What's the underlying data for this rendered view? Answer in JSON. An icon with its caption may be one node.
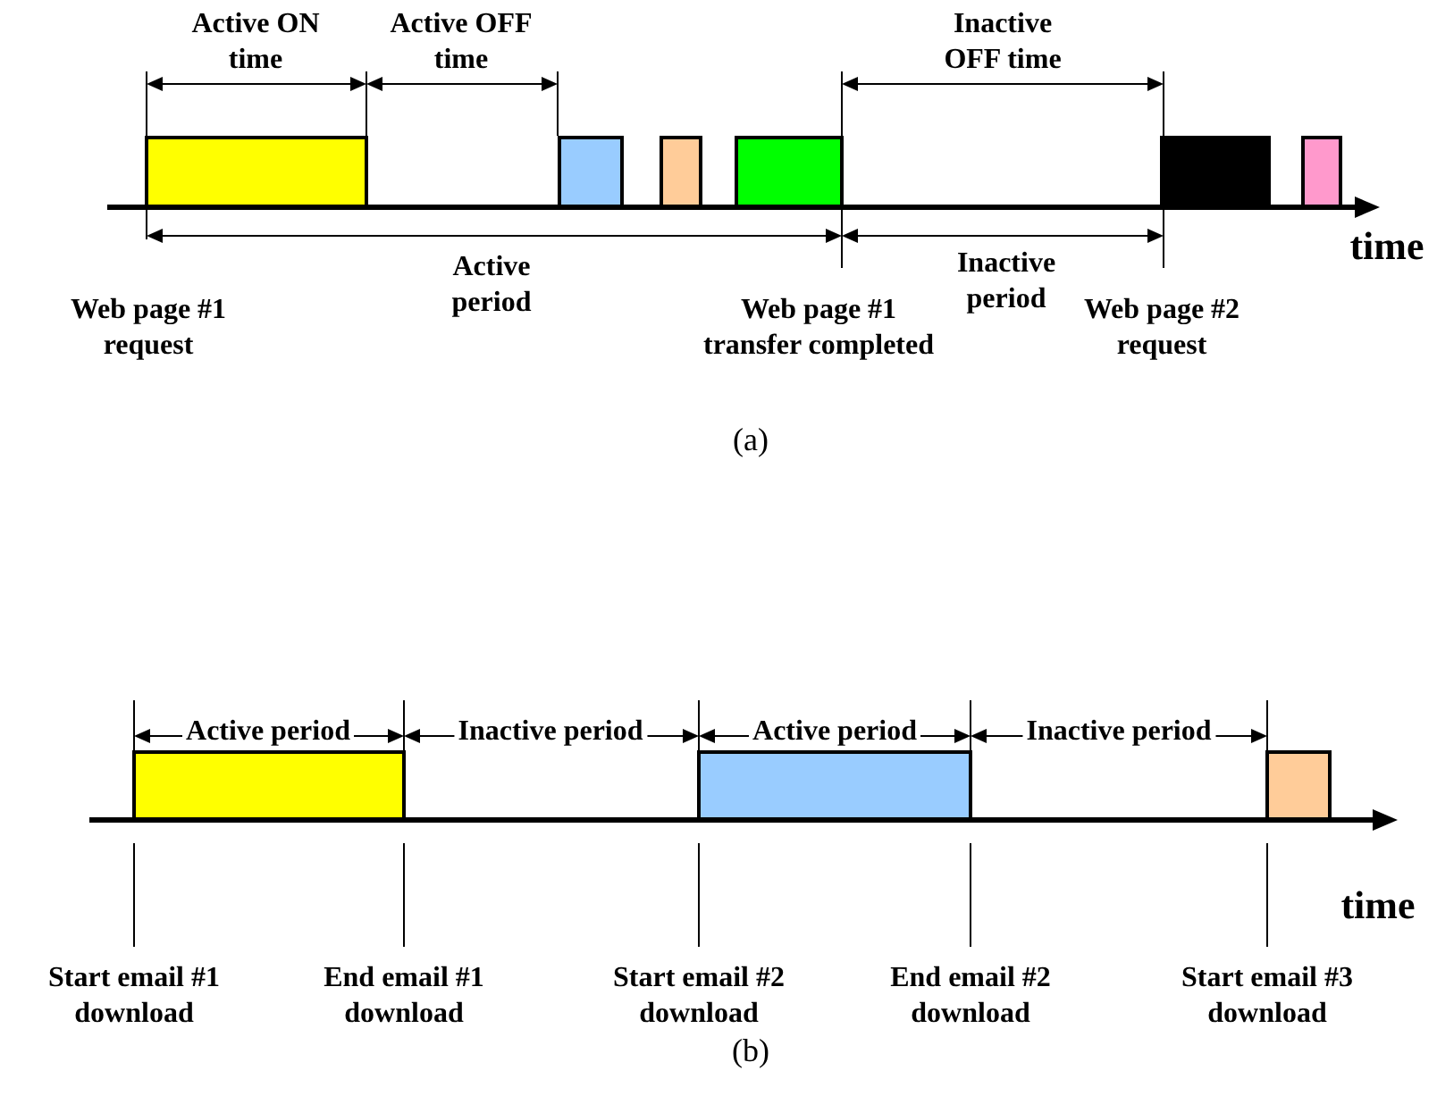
{
  "diagram": {
    "labels": [
      "Active ON time",
      "Active OFF time",
      "Inactive OFF time",
      "Active period",
      "Inactive period",
      "time",
      "Web page #1 request",
      "Web page #1 transfer completed",
      "Web page #2 request",
      "(a)",
      "Active period",
      "Inactive period",
      "Active period",
      "Inactive period",
      "time",
      "Start email #1 download",
      "End email #1 download",
      "Start email #2 download",
      "End email #2 download",
      "Start email #3 download",
      "(b)"
    ]
  }
}
